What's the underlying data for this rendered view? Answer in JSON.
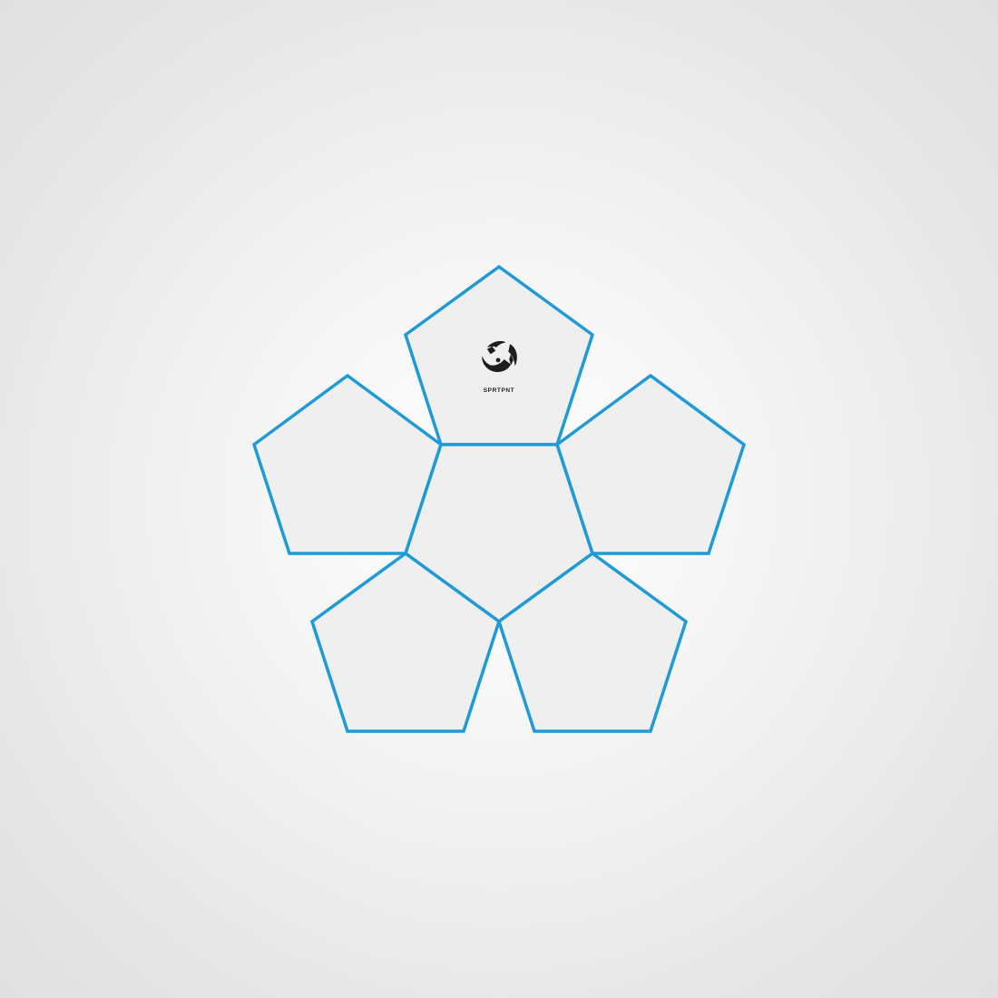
{
  "brand": {
    "name": "SPRTPNT"
  },
  "colors": {
    "outline": "#1f9ad6",
    "panel_fill": "#efefef",
    "logo": "#1e1e1e"
  },
  "net": {
    "panels": [
      "top",
      "upper-left",
      "upper-right",
      "center",
      "lower-left",
      "lower-right"
    ]
  }
}
